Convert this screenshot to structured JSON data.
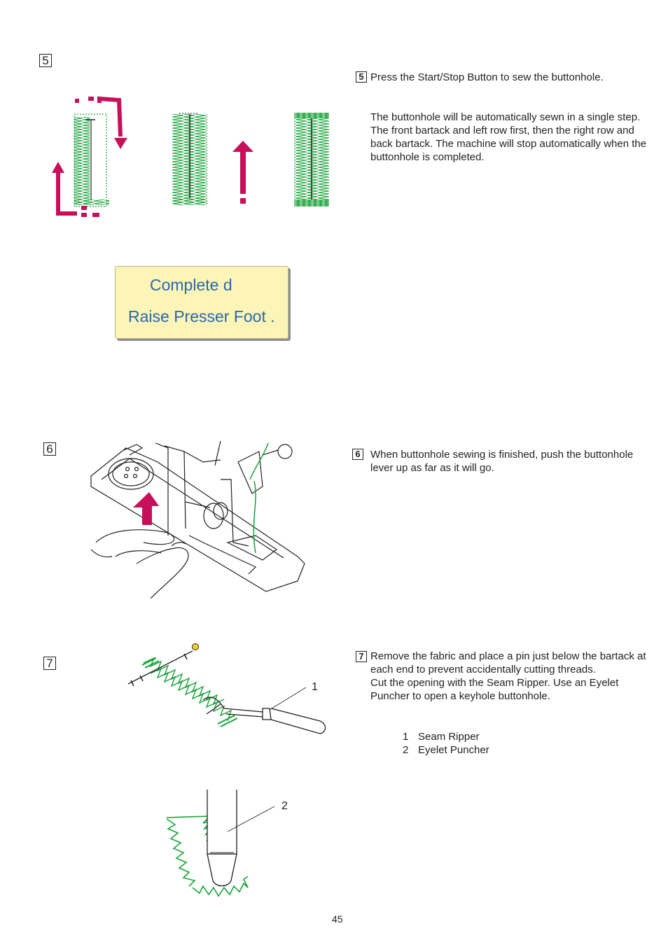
{
  "page_number": "45",
  "colors": {
    "stitch_green": "#1aa33a",
    "arrow_magenta": "#c8105a",
    "lcd_bg": "#fdf5b8",
    "lcd_text": "#2a67a9"
  },
  "step5": {
    "number": "5",
    "instruction": "Press the Start/Stop Button to sew the buttonhole.",
    "para1": "The buttonhole will be automatically sewn in a single step.",
    "para2": "The front bartack and left row first, then the right row and back bartack. The machine will stop automatically when the buttonhole is completed.",
    "lcd_line1": "Complete d",
    "lcd_line2": "Raise Presser Foot ."
  },
  "step6": {
    "number": "6",
    "instruction": "When buttonhole sewing is finished, push the buttonhole lever up as far as it will go."
  },
  "step7": {
    "number": "7",
    "instruction1": "Remove the fabric and place a pin just below the bartack at each end to prevent accidentally cutting threads.",
    "instruction2": "Cut the opening with the Seam Ripper. Use an Eyelet Puncher to open a keyhole buttonhole.",
    "parts": [
      {
        "num": "1",
        "label": "Seam Ripper"
      },
      {
        "num": "2",
        "label": "Eyelet Puncher"
      }
    ],
    "callout1": "1",
    "callout2": "2"
  }
}
